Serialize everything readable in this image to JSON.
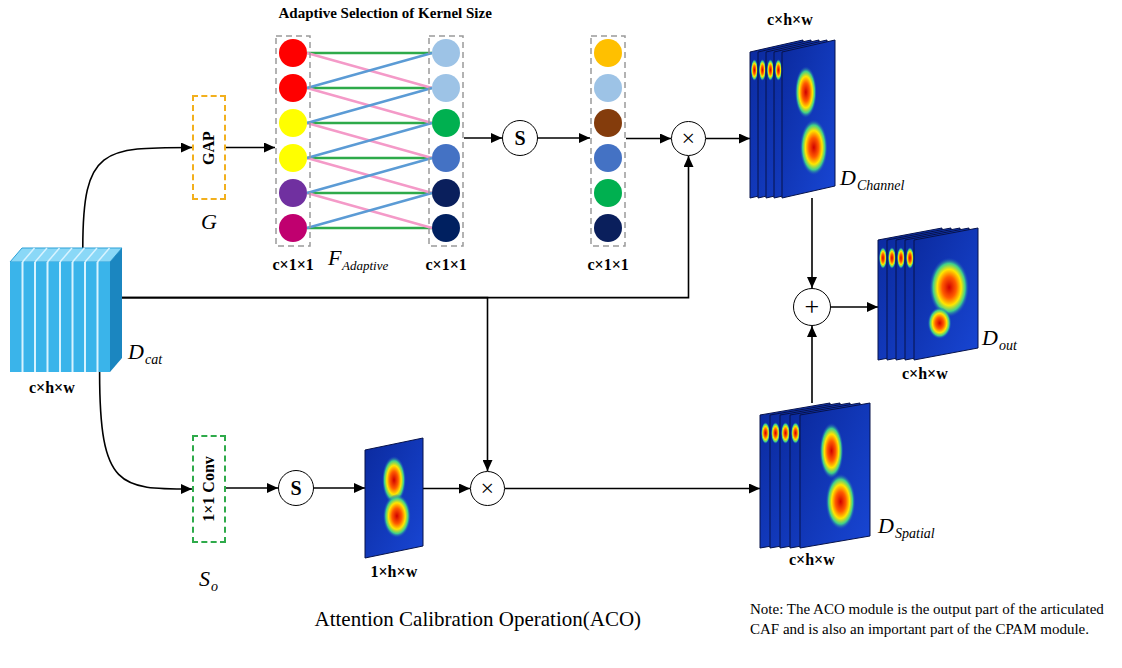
{
  "diagram": {
    "caption": "Attention Calibration Operation(ACO)",
    "nodes": [
      {
        "text": [
          "D",
          "cat",
          "c×h×w"
        ]
      },
      {
        "text": [
          "GAP",
          "G"
        ]
      },
      {
        "text": [
          "c×1×1"
        ]
      },
      {
        "text": [
          "c×1×1"
        ]
      },
      {
        "text": [
          "S"
        ]
      },
      {
        "text": [
          "c×1×1"
        ]
      },
      {
        "text": [
          "×"
        ]
      },
      {
        "text": [
          "c×h×w",
          "D",
          "Channel"
        ]
      },
      {
        "text": [
          "+"
        ]
      },
      {
        "text": [
          "D",
          "out",
          "c×h×w"
        ]
      },
      {
        "text": [
          "1×1 Conv",
          "S",
          "o"
        ]
      },
      {
        "text": [
          "S"
        ]
      },
      {
        "text": [
          "1×h×w"
        ]
      },
      {
        "text": [
          "×"
        ]
      },
      {
        "text": [
          "D",
          "Spatial",
          "c×h×w"
        ]
      }
    ],
    "edges": [
      {
        "from": 0,
        "to": 1,
        "arrow": "to"
      },
      {
        "from": 1,
        "to": 2,
        "arrow": "to"
      },
      {
        "from": 3,
        "to": 4,
        "arrow": "to"
      },
      {
        "from": 4,
        "to": 5,
        "arrow": "to"
      },
      {
        "from": 5,
        "to": 6,
        "arrow": "to"
      },
      {
        "from": 0,
        "to": 6,
        "arrow": "to"
      },
      {
        "from": 6,
        "to": 7,
        "arrow": "to"
      },
      {
        "from": 7,
        "to": 8,
        "arrow": "to"
      },
      {
        "from": 14,
        "to": 8,
        "arrow": "to"
      },
      {
        "from": 8,
        "to": 9,
        "arrow": "to"
      },
      {
        "from": 0,
        "to": 10,
        "arrow": "to"
      },
      {
        "from": 10,
        "to": 11,
        "arrow": "to"
      },
      {
        "from": 11,
        "to": 12,
        "arrow": "to"
      },
      {
        "from": 12,
        "to": 13,
        "arrow": "to"
      },
      {
        "from": 0,
        "to": 13,
        "arrow": "to"
      },
      {
        "from": 13,
        "to": 14,
        "arrow": "to"
      }
    ],
    "labels": [
      "Adaptive Selection of Kernel Size",
      "F",
      "Adaptive",
      "Note: The ACO module is the output part of the articulated CAF and is also an important part of the CPAM module."
    ]
  }
}
